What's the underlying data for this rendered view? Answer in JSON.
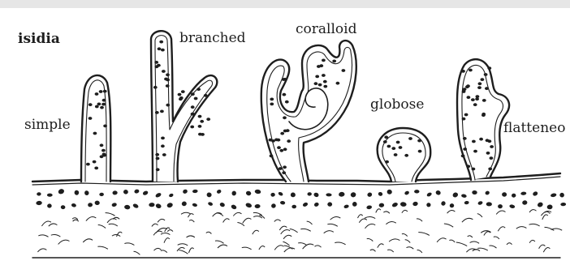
{
  "figure": {
    "heading": "isidia",
    "labels": {
      "simple": "simple",
      "branched": "branched",
      "coralloid": "coralloid",
      "globose": "globose",
      "flattened": "flatteneo"
    }
  },
  "colors": {
    "ink": "#1e1e1e",
    "paper": "#ffffff",
    "top_band": "#c9c9c9"
  }
}
